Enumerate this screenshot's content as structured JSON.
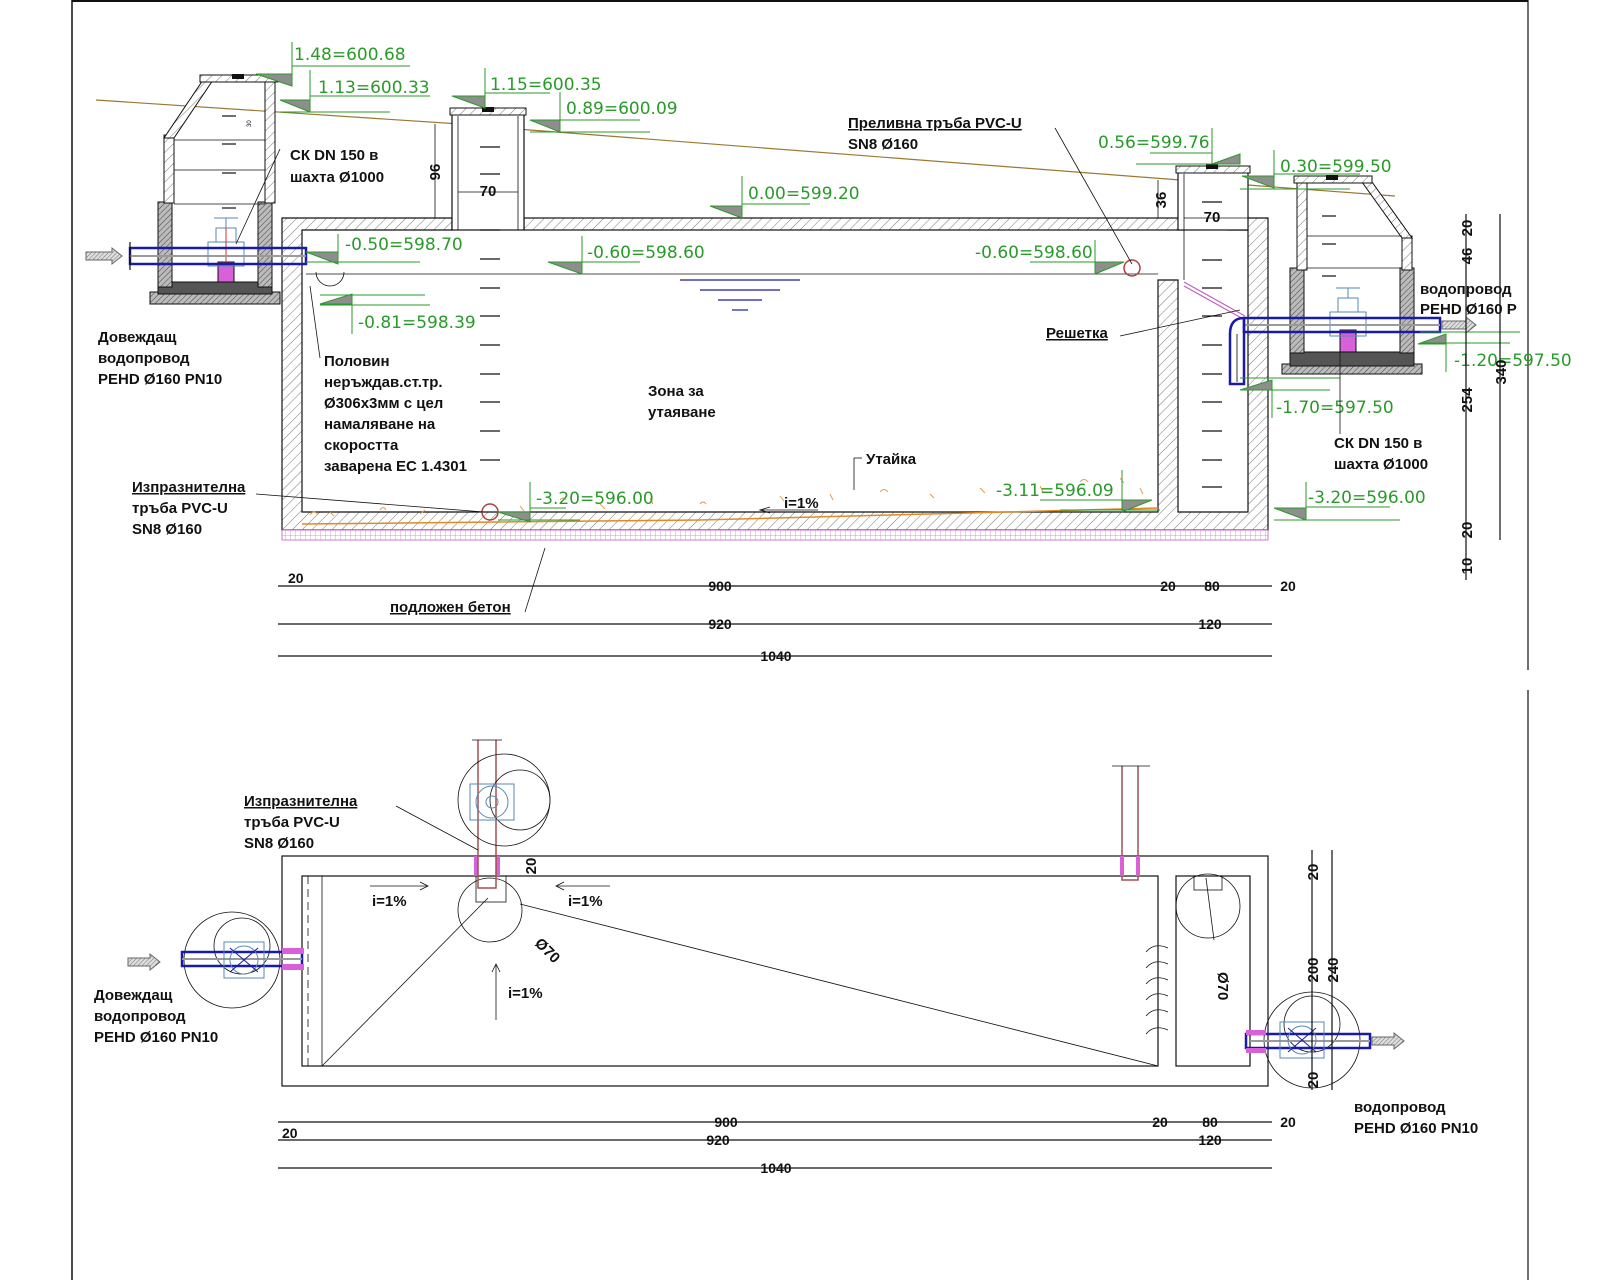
{
  "section": {
    "elevations": {
      "top_left_shaft_outer": "1.48=600.68",
      "top_left_shaft_inner": "1.13=600.33",
      "riser1_top": "1.15=600.35",
      "riser1_ground": "0.89=600.09",
      "tank_top": "0.00=599.20",
      "inlet_pipe": "-0.50=598.70",
      "inlet_invert": "-0.81=598.39",
      "overflow_left": "-0.60=598.60",
      "overflow_right": "-0.60=598.60",
      "riser2_top": "0.56=599.76",
      "right_shaft_top": "0.30=599.50",
      "outlet_pipe": "-1.20=597.50",
      "outlet_chamber": "-1.70=597.50",
      "bottom_left": "-3.20=596.00",
      "bottom_right": "-3.11=596.09",
      "chamber_bottom": "-3.20=596.00"
    },
    "labels": {
      "valve_left_l1": "СК DN 150 в",
      "valve_left_l2": "шахта Ø1000",
      "valve_right_l1": "СК DN 150 в",
      "valve_right_l2": "шахта Ø1000",
      "overflow_l1": "Преливна тръба PVC-U",
      "overflow_l2": "SN8 Ø160",
      "inlet_l1": "Довеждащ",
      "inlet_l2": "водопровод",
      "inlet_l3": "PEHD Ø160 PN10",
      "outlet_l1": "водопровод",
      "outlet_l2": "PEHD Ø160 P",
      "half_pipe_l1": "Половин",
      "half_pipe_l2": "неръждав.ст.тр.",
      "half_pipe_l3": "Ø306x3мм с цел",
      "half_pipe_l4": "намаляване на",
      "half_pipe_l5": "скоростта",
      "half_pipe_l6": "заварена ЕС 1.4301",
      "drain_l1": "Изпразнителна",
      "drain_l2": "тръба PVC-U",
      "drain_l3": "SN8 Ø160",
      "zone_l1": "Зона за",
      "zone_l2": "утаяване",
      "sludge": "Утайка",
      "grate": "Решетка",
      "slope": "i=1%",
      "base_concrete": "подложен бетон"
    },
    "dims": {
      "riser1_height": "96",
      "riser1_width": "70",
      "riser2_height": "36",
      "riser2_width": "70",
      "shaft_step": "30",
      "right_v": [
        "20",
        "46",
        "254",
        "340",
        "20",
        "10"
      ],
      "row1": [
        "20",
        "900",
        "20",
        "80",
        "20"
      ],
      "row2": [
        "920",
        "120"
      ],
      "row3": "1040"
    }
  },
  "plan": {
    "labels": {
      "drain_l1": "Изпразнителна",
      "drain_l2": "тръба PVC-U",
      "drain_l3": "SN8 Ø160",
      "inlet_l1": "Довеждащ",
      "inlet_l2": "водопровод",
      "inlet_l3": "PEHD Ø160 PN10",
      "outlet_l1": "водопровод",
      "outlet_l2": "PEHD Ø160 PN10",
      "slope_left": "i=1%",
      "slope_right": "i=1%",
      "slope_up": "i=1%",
      "sump_dia_left": "Ø70",
      "sump_dia_right": "Ø70",
      "wall_20": "20"
    },
    "dims": {
      "right_v": [
        "20",
        "200",
        "240",
        "20"
      ],
      "row1": [
        "20",
        "900",
        "20",
        "80",
        "20"
      ],
      "row2": [
        "920",
        "120"
      ],
      "row3": "1040"
    }
  }
}
